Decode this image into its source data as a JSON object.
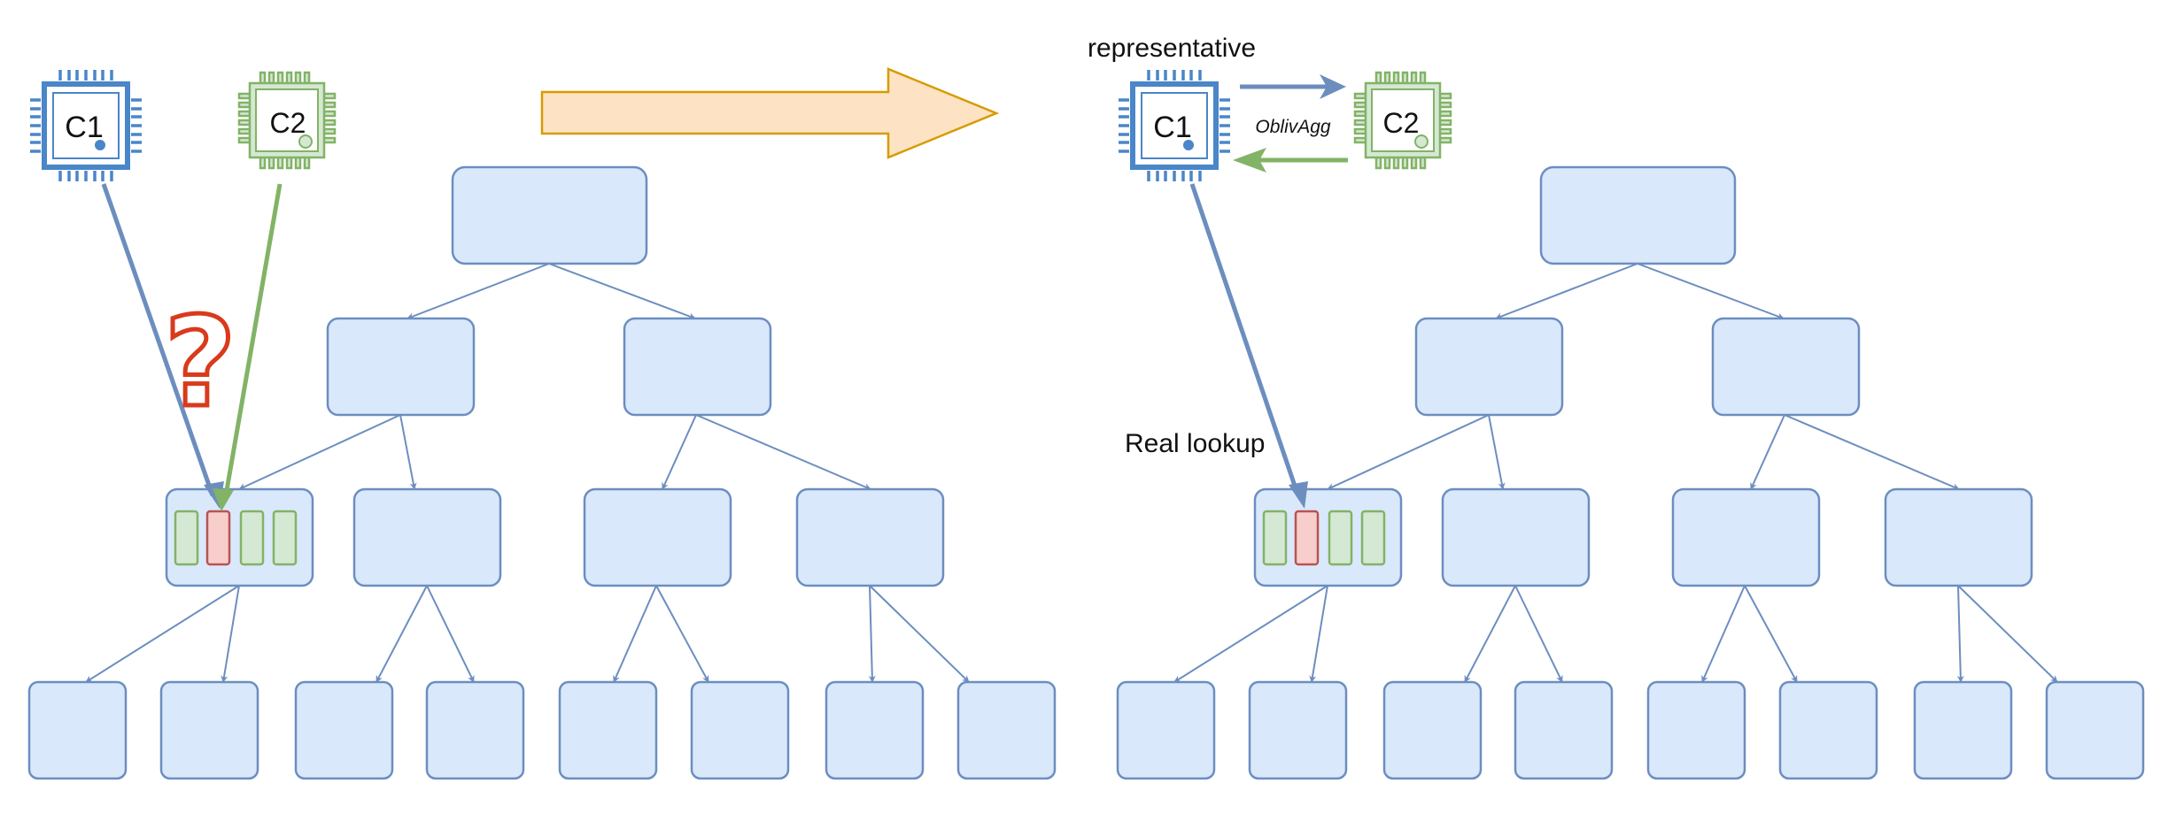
{
  "left_panel": {
    "chip1_label": "C1",
    "chip2_label": "C2",
    "question_mark": "?"
  },
  "right_panel": {
    "chip1_label": "C1",
    "chip2_label": "C2",
    "representative_label": "representative",
    "protocol_label": "OblivAgg",
    "real_lookup_label": "Real lookup"
  },
  "colors": {
    "node_fill": "#dae8fc",
    "node_stroke": "#6c8ebf",
    "chip1": "#4a86c8",
    "chip2": "#82b366",
    "chip2_fill": "#d5e8d4",
    "slot_highlight_fill": "#f8cecc",
    "slot_highlight_stroke": "#b85450",
    "question": "#d93a1c",
    "big_arrow_fill": "#fde3c4",
    "big_arrow_stroke": "#d79b00"
  }
}
